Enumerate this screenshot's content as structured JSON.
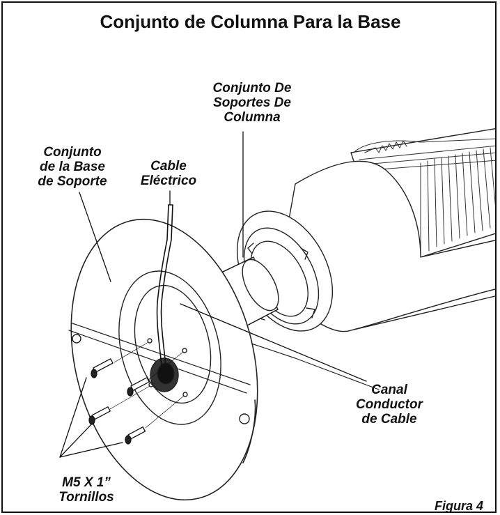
{
  "title": "Conjunto de Columna Para la Base",
  "labels": {
    "column_supports": [
      "Conjunto De",
      "Soportes De",
      "Columna"
    ],
    "base_assembly": [
      "Conjunto",
      "de la Base",
      "de Soporte"
    ],
    "power_cable": [
      "Cable",
      "Eléctrico"
    ],
    "cable_channel": [
      "Canal",
      "Conductor",
      "de Cable"
    ],
    "screws": [
      "M5 X 1”",
      "Tornillos"
    ]
  },
  "figure_label": "Figura 4"
}
